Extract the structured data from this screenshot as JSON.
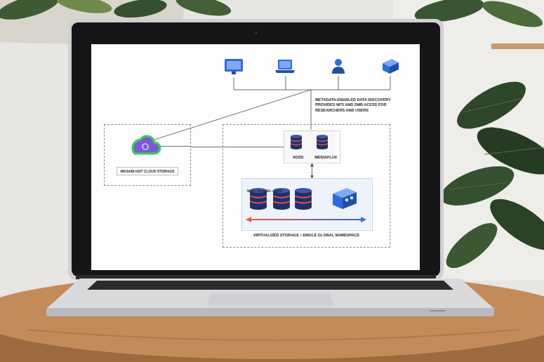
{
  "diagram": {
    "nodes": [
      {
        "text": [
          "WASABI HOT CLOUD STORAGE"
        ]
      },
      {
        "text": [
          "VIRTUALIZED STORAGE • SINGLE GLOBAL NAMESPACE"
        ]
      },
      {
        "text": [
          "XODS",
          "MEDIAFLUX"
        ],
        "in": 1
      },
      {
        "text": [
          "NAS: FLASH • HDD"
        ],
        "in": 1
      }
    ],
    "edges": [
      {
        "from": 0,
        "to": 2,
        "arrow": "none"
      },
      {
        "from": 2,
        "to": 3,
        "arrow": "both"
      }
    ],
    "labels": [
      "METADATA-ENABLED DATA DISCOVERY PROVIDES NFS AND SMB ACESS FOR RESEARCHERS AND USERS"
    ]
  }
}
